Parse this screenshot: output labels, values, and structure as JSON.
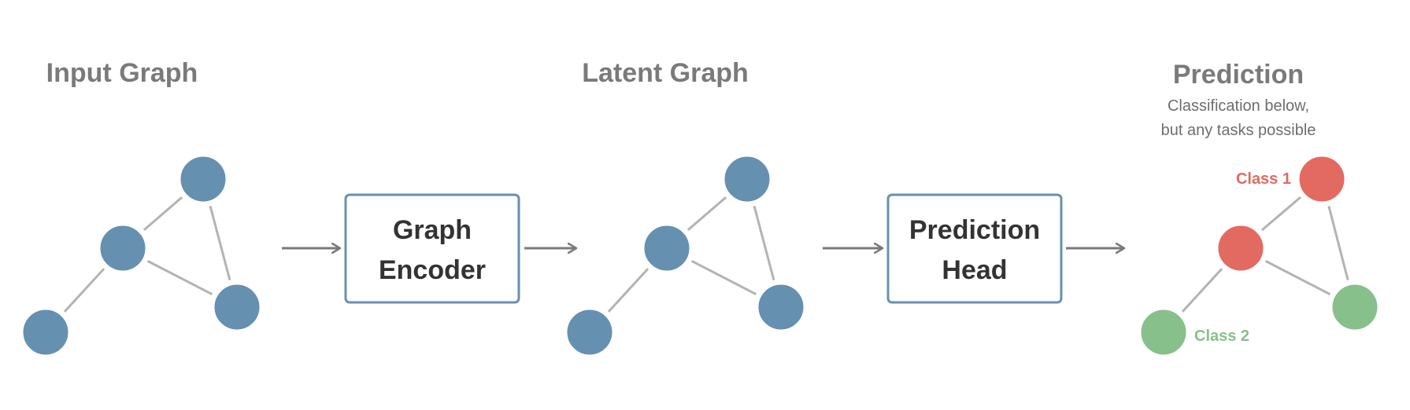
{
  "colors": {
    "node_default": "#6690b0",
    "class_1": "#e36a60",
    "class_2": "#88c08c",
    "edge": "#b3b3b3",
    "arrow": "#7a7a7a",
    "title": "#7a7a7a",
    "box_border": "#6690b0",
    "box_text": "#333333",
    "subtitle": "#6e6e6e"
  },
  "sections": {
    "input": {
      "title": "Input Graph"
    },
    "latent": {
      "title": "Latent Graph"
    },
    "prediction": {
      "title": "Prediction",
      "subtitle_line_1": "Classification below,",
      "subtitle_line_2": "but any tasks possible"
    }
  },
  "boxes": {
    "encoder": {
      "line_1": "Graph",
      "line_2": "Encoder"
    },
    "head": {
      "line_1": "Prediction",
      "line_2": "Head"
    }
  },
  "class_labels": {
    "class_1": "Class 1",
    "class_2": "Class 2"
  }
}
